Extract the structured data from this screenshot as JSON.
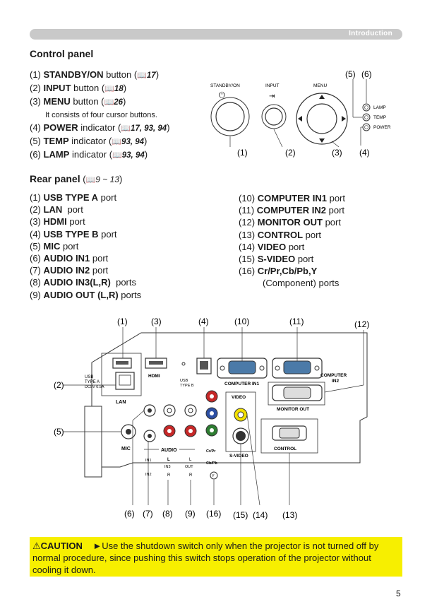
{
  "header": {
    "section": "Introduction"
  },
  "control_panel": {
    "title": "Control panel",
    "items": [
      {
        "num": "(1)",
        "name": "STANDBY/ON",
        "suffix": " button (",
        "ref": "17",
        "close": ")"
      },
      {
        "num": "(2)",
        "name": "INPUT",
        "suffix": " button (",
        "ref": "18",
        "close": ")"
      },
      {
        "num": "(3)",
        "name": "MENU",
        "suffix": " button (",
        "ref": "26",
        "close": ")"
      },
      {
        "num": "(4)",
        "name": "POWER",
        "suffix": " indicator (",
        "ref": "17, 93, 94",
        "close": ")"
      },
      {
        "num": "(5)",
        "name": "TEMP",
        "suffix": " indicator (",
        "ref": "93, 94",
        "close": ")"
      },
      {
        "num": "(6)",
        "name": "LAMP",
        "suffix": " indicator (",
        "ref": "93, 94",
        "close": ")"
      }
    ],
    "menu_note": "It consists of four cursor buttons.",
    "figure": {
      "standby_label": "STANDBY/ON",
      "input_label": "INPUT",
      "menu_label": "MENU",
      "lamp_label": "LAMP",
      "temp_label": "TEMP",
      "power_label": "POWER",
      "callout_1": "(1)",
      "callout_2": "(2)",
      "callout_3": "(3)",
      "callout_4": "(4)",
      "callout_5": "(5)",
      "callout_6": "(6)"
    }
  },
  "rear_panel": {
    "title": "Rear panel",
    "ref_open": " (",
    "ref": "9 ~ 13",
    "ref_close": ")",
    "left_items": [
      {
        "num": "(1)",
        "name": "USB TYPE A",
        "suffix": " port"
      },
      {
        "num": "(2)",
        "name": "LAN",
        "suffix": "  port"
      },
      {
        "num": "(3)",
        "name": "HDMI",
        "suffix": " port"
      },
      {
        "num": "(4)",
        "name": "USB TYPE B",
        "suffix": " port"
      },
      {
        "num": "(5)",
        "name": "MIC",
        "suffix": " port"
      },
      {
        "num": "(6)",
        "name": "AUDIO IN1",
        "suffix": " port"
      },
      {
        "num": "(7)",
        "name": "AUDIO IN2",
        "suffix": " port"
      },
      {
        "num": "(8)",
        "name": "AUDIO IN3(L,R)",
        "suffix": "  ports"
      },
      {
        "num": "(9)",
        "name": "AUDIO OUT (L,R)",
        "suffix": " ports"
      }
    ],
    "right_items": [
      {
        "num": "(10)",
        "name": "COMPUTER IN1",
        "suffix": " port"
      },
      {
        "num": "(11)",
        "name": "COMPUTER IN2",
        "suffix": " port"
      },
      {
        "num": "(12)",
        "name": "MONITOR OUT",
        "suffix": " port"
      },
      {
        "num": "(13)",
        "name": "CONTROL",
        "suffix": " port"
      },
      {
        "num": "(14)",
        "name": "VIDEO",
        "suffix": " port"
      },
      {
        "num": "(15)",
        "name": "S-VIDEO",
        "suffix": " port"
      },
      {
        "num": "(16)",
        "name": "Cr/Pr,Cb/Pb,Y",
        "suffix": ""
      }
    ],
    "component_note": "(Component) ports",
    "figure": {
      "hdmi": "HDMI",
      "usb_a_1": "USB",
      "usb_a_2": "TYPE A",
      "usb_a_3": "DC5V 0.5A",
      "lan": "LAN",
      "usb_b_1": "USB",
      "usb_b_2": "TYPE B",
      "computer_in1": "COMPUTER IN1",
      "computer_in2_1": "COMPUTER",
      "computer_in2_2": "IN2",
      "monitor_out": "MONITOR OUT",
      "video": "VIDEO",
      "s_video": "S-VIDEO",
      "control": "CONTROL",
      "mic": "MIC",
      "audio": "AUDIO",
      "in1": "IN1",
      "in2": "IN2",
      "l_in3": "L",
      "in3": "IN3",
      "r_in3": "R",
      "l_out": "L",
      "out": "OUT",
      "r_out": "R",
      "cr_pr": "Cr/Pr",
      "cb_pb": "Cb/Pb",
      "y": "Y",
      "callouts_top": [
        "(1)",
        "(3)",
        "(4)",
        "(10)",
        "(11)",
        "(12)"
      ],
      "callout_2": "(2)",
      "callout_5": "(5)",
      "callouts_bottom": [
        "(6)",
        "(7)",
        "(8)",
        "(9)",
        "(16)",
        "(15)",
        "(14)",
        "(13)"
      ]
    }
  },
  "caution": {
    "icon": "warning-triangle-icon",
    "label": "CAUTION",
    "arrow": "►",
    "text": "Use the shutdown switch only when the projector is not turned off by normal procedure, since pushing this switch stops operation of the projector without cooling it down."
  },
  "page_number": "5",
  "colors": {
    "caution_bg": "#f7ef00",
    "header_bar": "#c9c9c9",
    "ref_blue": "#1a1a1a"
  }
}
